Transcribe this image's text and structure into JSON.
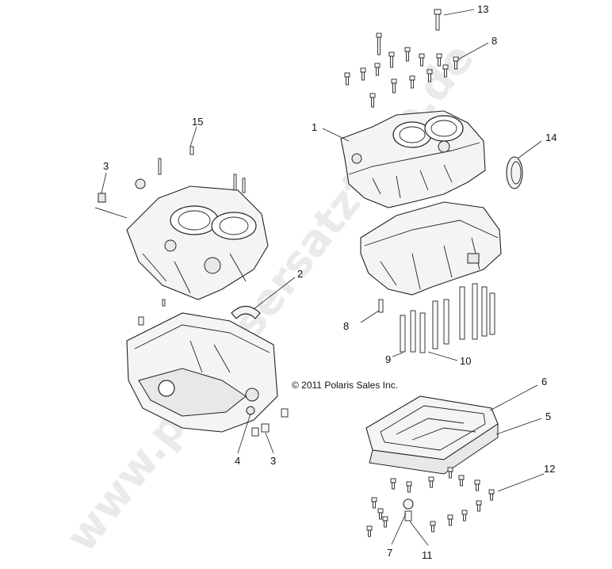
{
  "copyright": "© 2011 Polaris Sales Inc.",
  "watermark": "www.polarisersatzteile.de",
  "callouts": [
    {
      "id": "c1",
      "label": "1"
    },
    {
      "id": "c2",
      "label": "2"
    },
    {
      "id": "c3a",
      "label": "3"
    },
    {
      "id": "c3b",
      "label": "3"
    },
    {
      "id": "c4",
      "label": "4"
    },
    {
      "id": "c5",
      "label": "5"
    },
    {
      "id": "c6",
      "label": "6"
    },
    {
      "id": "c7",
      "label": "7"
    },
    {
      "id": "c8a",
      "label": "8"
    },
    {
      "id": "c8b",
      "label": "8"
    },
    {
      "id": "c9",
      "label": "9"
    },
    {
      "id": "c10",
      "label": "10"
    },
    {
      "id": "c11",
      "label": "11"
    },
    {
      "id": "c12",
      "label": "12"
    },
    {
      "id": "c13",
      "label": "13"
    },
    {
      "id": "c14",
      "label": "14"
    },
    {
      "id": "c15",
      "label": "15"
    }
  ]
}
